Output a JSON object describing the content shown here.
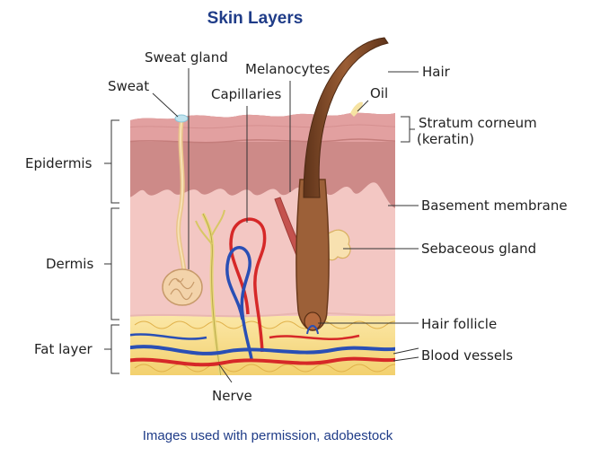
{
  "title": "Skin Layers",
  "credit": "Images used with permission, adobestock",
  "labels": {
    "sweat_gland": "Sweat gland",
    "sweat": "Sweat",
    "melanocytes": "Melanocytes",
    "capillaries": "Capillaries",
    "hair": "Hair",
    "oil": "Oil",
    "stratum_corneum_1": "Stratum corneum",
    "stratum_corneum_2": "(keratin)",
    "epidermis": "Epidermis",
    "basement_membrane": "Basement membrane",
    "dermis": "Dermis",
    "sebaceous_gland": "Sebaceous gland",
    "hair_follicle": "Hair follicle",
    "fat_layer": "Fat layer",
    "blood_vessels": "Blood vessels",
    "nerve": "Nerve"
  },
  "colors": {
    "title": "#1f3c88",
    "stratum": "#e2a0a0",
    "epidermis": "#cd8a88",
    "dermis": "#f3c7c3",
    "fat": "#f6dc88",
    "artery": "#d62828",
    "vein": "#2a4fb5",
    "hair": "#7a4726",
    "nerve": "#e8d77a"
  }
}
